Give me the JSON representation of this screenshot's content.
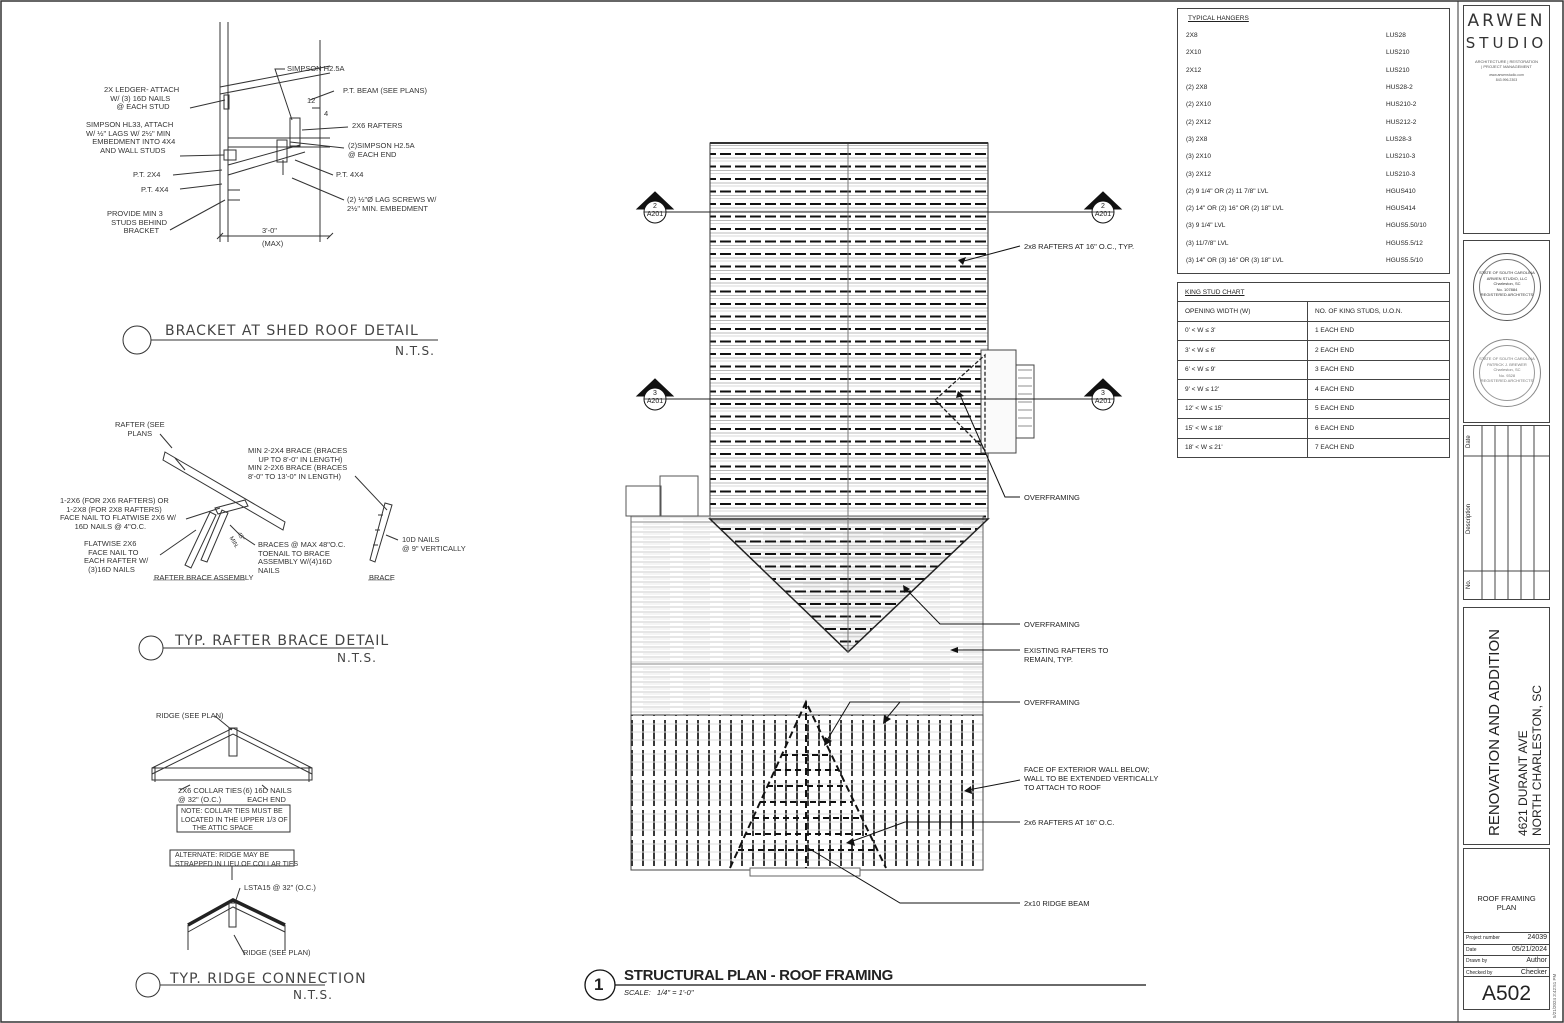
{
  "details": {
    "bracket": {
      "title": "BRACKET AT SHED ROOF DETAIL",
      "scale": "N.T.S.",
      "labels": {
        "ledger": "2X LEDGER- ATTACH\n   W/ (3) 16d NAILS\n      @ EACH STUD",
        "hl33": "SIMPSON HL33, ATTACH\nw/ ½\" LAGS W/ 2½\" MIN\n   EMBEDMENT INTO 4X4\n       AND WALL STUDS",
        "pt2x4": "P.T. 2X4",
        "pt4x4a": "P.T. 4X4",
        "studs": "PROVIDE MIN 3\n  STUDS BEHIND\n        BRACKET",
        "h25a": "SIMPSON H2.5A",
        "beam": "P.T. BEAM (SEE PLANS)",
        "rafters": "2X6 RAFTERS",
        "h25a_each": "(2)SIMPSON H2.5A\n@ EACH END",
        "pt4x4b": "P.T. 4X4",
        "lag": "(2) ½\"ø LAG SCREWS W/\n2½\" MIN. EMBEDMENT",
        "pitch_rise": "12",
        "pitch_run": "4",
        "dim": "3'-0\"",
        "dim_max": "(MAX)"
      }
    },
    "rafter_brace": {
      "title": "TYP. RAFTER BRACE DETAIL",
      "scale": "N.T.S.",
      "labels": {
        "rafter": "RAFTER (SEE\n      PLANS",
        "min_brace": "MIN 2-2X4 BRACE (BRACES\n     UP TO 8'-0\" IN LENGTH)\nMIN 2-2X6 BRACE (BRACES\n8'-0\" TO 13'-0\" IN LENGTH)",
        "face_nail": "1-2X6 (FOR 2X6 RAFTERS) OR\n   1-2X8 (FOR 2X8 RAFTERS)\nFACE NAIL TO FLATWISE 2X6 w/\n       16d NAILS @ 4\"O.C.",
        "flatwise": "FLATWISE 2X6\n  FACE NAIL TO\nEACH RAFTER w/\n  (3)16d NAILS",
        "assembly": "RAFTER BRACE ASSEMBLY",
        "braces": "BRACES @ MAX 48\"O.C.\nTOENAIL TO BRACE\nASSEMBLY w/(4)16d\nNAILS",
        "nails10d": "10d NAILS\n@ 9\" VERTICALLY",
        "brace": "BRACE",
        "angle": "45°\nMIN."
      }
    },
    "ridge": {
      "title": "TYP. RIDGE CONNECTION",
      "scale": "N.T.S.",
      "labels": {
        "ridge_plan": "RIDGE (SEE PLAN)",
        "collar": "2X6 COLLAR TIES\n@ 32\" (O.C.)",
        "nails": "(6) 16d NAILS\n  EACH END",
        "note": "NOTE: COLLAR TIES MUST BE\nLOCATED IN THE UPPER 1/3 OF\n      THE ATTIC SPACE",
        "alternate": "ALTERNATE: RIDGE MAY BE\nSTRAPPED IN LIEU OF COLLAR TIES",
        "lsta": "LSTA15 @ 32\" (O.C.)",
        "ridge_plan2": "RIDGE (SEE PLAN)"
      }
    }
  },
  "plan": {
    "number": "1",
    "title": "STRUCTURAL PLAN - ROOF FRAMING",
    "scale": "SCALE:   1/4\" = 1'-0\"",
    "sections": [
      {
        "num": "2",
        "sheet": "A201"
      },
      {
        "num": "3",
        "sheet": "A201"
      }
    ],
    "callouts": {
      "rafters2x8": "2x8 RAFTERS AT 16\" O.C., TYP.",
      "overframing1": "OVERFRAMING",
      "overframing2": "OVERFRAMING",
      "existing": "EXISTING RAFTERS TO\nREMAIN, TYP.",
      "overframing3": "OVERFRAMING",
      "face_wall": "FACE OF EXTERIOR WALL BELOW;\nWALL TO BE EXTENDED VERTICALLY\nTO ATTACH TO ROOF",
      "rafters2x6": "2x6 RAFTERS AT 16\" O.C.",
      "ridge_beam": "2x10 RIDGE BEAM"
    }
  },
  "hangers": {
    "title": "TYPICAL HANGERS",
    "rows": [
      [
        "2X8",
        "LUS28"
      ],
      [
        "2X10",
        "LUS210"
      ],
      [
        "2X12",
        "LUS210"
      ],
      [
        "(2) 2X8",
        "HUS28-2"
      ],
      [
        "(2) 2X10",
        "HUS210-2"
      ],
      [
        "(2) 2X12",
        "HUS212-2"
      ],
      [
        "(3) 2X8",
        "LUS28-3"
      ],
      [
        "(3) 2X10",
        "LUS210-3"
      ],
      [
        "(3) 2X12",
        "LUS210-3"
      ],
      [
        "(2) 9 1/4\" OR (2) 11 7/8\" LVL",
        "HGUS410"
      ],
      [
        "(2) 14\" OR (2) 16\" OR (2) 18\" LVL",
        "HGUS414"
      ],
      [
        "(3) 9 1/4\" LVL",
        "HGUS5.50/10"
      ],
      [
        "(3) 11/7/8\" LVL",
        "HGUS5.5/12"
      ],
      [
        "(3) 14\" OR (3) 16\" OR (3) 18\" LVL",
        "HGUS5.5/10"
      ]
    ]
  },
  "king_stud": {
    "title": "KING STUD CHART",
    "header": [
      "OPENING WIDTH (W)",
      "NO. OF KING STUDS, U.O.N."
    ],
    "rows": [
      [
        "0' < W ≤ 3'",
        "1 EACH END"
      ],
      [
        "3' < W ≤ 6'",
        "2 EACH END"
      ],
      [
        "6' < W ≤ 9'",
        "3 EACH END"
      ],
      [
        "9' < W ≤ 12'",
        "4 EACH END"
      ],
      [
        "12' < W ≤ 15'",
        "5 EACH END"
      ],
      [
        "15' < W ≤ 18'",
        "6 EACH END"
      ],
      [
        "18' < W ≤ 21'",
        "7 EACH END"
      ]
    ]
  },
  "title_block": {
    "firm_line1": "ARWEN",
    "firm_line2": "STUDIO",
    "firm_tag": "ARCHITECTURE | RESTORATION\n| PROJECT MANAGEMENT",
    "firm_contact": "www.arwenstudio.com\n843.996.2303",
    "seal1": "STATE OF SOUTH CAROLINA\nARWEN STUDIO, LLC\nCharleston, SC\nNo. 107884\nREGISTERED ARCHITECTS",
    "seal2": "STATE OF SOUTH CAROLINA\nPATRICK J. BREWER\nCharleston, SC\nNo. 9328\nREGISTERED ARCHITECTS",
    "rev_headers": {
      "date": "Date",
      "description": "Description",
      "no": "No."
    },
    "project_name": "RENOVATION AND ADDITION",
    "address1": "4621 DURANT AVE",
    "address2": "NORTH CHARLESTON, SC",
    "sheet_title": "ROOF FRAMING\nPLAN",
    "info": [
      {
        "label": "Project number",
        "value": "24039"
      },
      {
        "label": "Date",
        "value": "05/21/2024"
      },
      {
        "label": "Drawn by",
        "value": "Author"
      },
      {
        "label": "Checked by",
        "value": "Checker"
      }
    ],
    "sheet_number": "A502",
    "timestamp": "5/21/2024 3:42:51 PM"
  }
}
